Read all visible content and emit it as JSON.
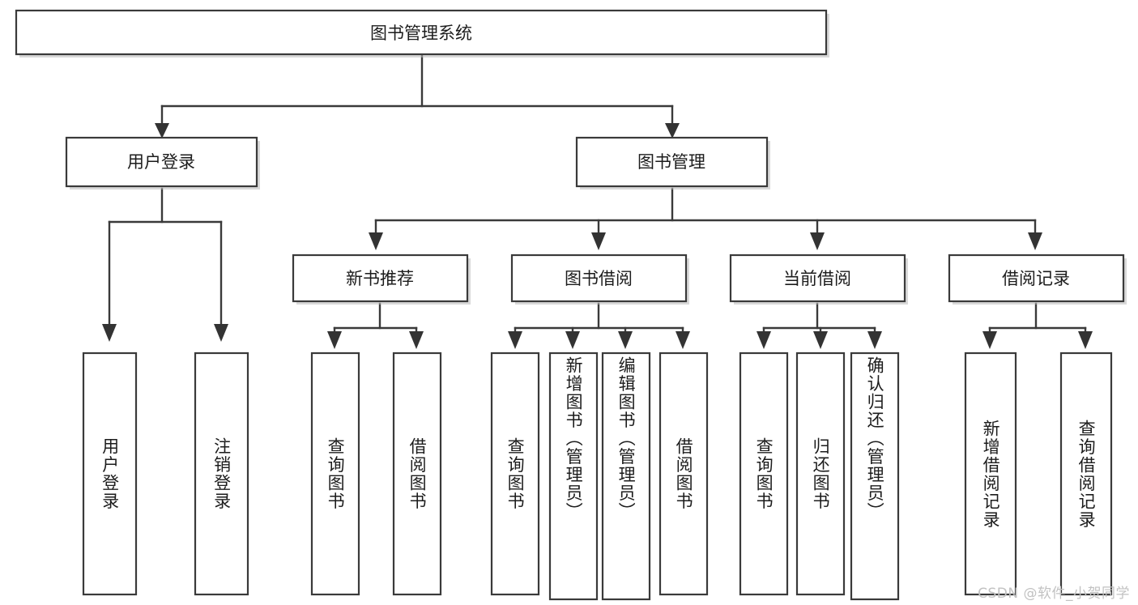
{
  "diagram": {
    "type": "tree-hierarchy-chart",
    "title": "图书管理系统",
    "background_color": "#ffffff",
    "box_border_color": "#3a3a3a",
    "text_color": "#1c1c1c",
    "connector_color": "#3a3a3a",
    "levels": 4,
    "root": {
      "id": "root",
      "label": "图书管理系统",
      "orientation": "horizontal"
    },
    "level2": [
      {
        "id": "user-login",
        "label": "用户登录",
        "orientation": "horizontal"
      },
      {
        "id": "book-manage",
        "label": "图书管理",
        "orientation": "horizontal"
      }
    ],
    "level3": [
      {
        "id": "new-book-recommend",
        "label": "新书推荐",
        "orientation": "horizontal",
        "parent": "book-manage"
      },
      {
        "id": "book-borrow",
        "label": "图书借阅",
        "orientation": "horizontal",
        "parent": "book-manage"
      },
      {
        "id": "current-borrow",
        "label": "当前借阅",
        "orientation": "horizontal",
        "parent": "book-manage"
      },
      {
        "id": "borrow-record",
        "label": "借阅记录",
        "orientation": "horizontal",
        "parent": "book-manage"
      }
    ],
    "leaves": [
      {
        "id": "leaf-user-login",
        "label": "用户登录",
        "orientation": "vertical",
        "parent": "user-login"
      },
      {
        "id": "leaf-user-logout",
        "label": "注销登录",
        "orientation": "vertical",
        "parent": "user-login"
      },
      {
        "id": "leaf-query-book-1",
        "label": "查询图书",
        "orientation": "vertical",
        "parent": "new-book-recommend"
      },
      {
        "id": "leaf-borrow-book-1",
        "label": "借阅图书",
        "orientation": "vertical",
        "parent": "new-book-recommend"
      },
      {
        "id": "leaf-query-book-2",
        "label": "查询图书",
        "orientation": "vertical",
        "parent": "book-borrow"
      },
      {
        "id": "leaf-add-book",
        "label": "新增图书（管理员）",
        "orientation": "vertical",
        "parent": "book-borrow"
      },
      {
        "id": "leaf-edit-book",
        "label": "编辑图书（管理员）",
        "orientation": "vertical",
        "parent": "book-borrow"
      },
      {
        "id": "leaf-borrow-book-2",
        "label": "借阅图书",
        "orientation": "vertical",
        "parent": "book-borrow"
      },
      {
        "id": "leaf-query-book-3",
        "label": "查询图书",
        "orientation": "vertical",
        "parent": "current-borrow"
      },
      {
        "id": "leaf-return-book",
        "label": "归还图书",
        "orientation": "vertical",
        "parent": "current-borrow"
      },
      {
        "id": "leaf-confirm-return",
        "label": "确认归还（管理员）",
        "orientation": "vertical",
        "parent": "current-borrow"
      },
      {
        "id": "leaf-add-record",
        "label": "新增借阅记录",
        "orientation": "vertical",
        "parent": "borrow-record"
      },
      {
        "id": "leaf-query-record",
        "label": "查询借阅记录",
        "orientation": "vertical",
        "parent": "borrow-record"
      }
    ]
  },
  "watermark": {
    "text": "CSDN @软件_小贺同学"
  }
}
